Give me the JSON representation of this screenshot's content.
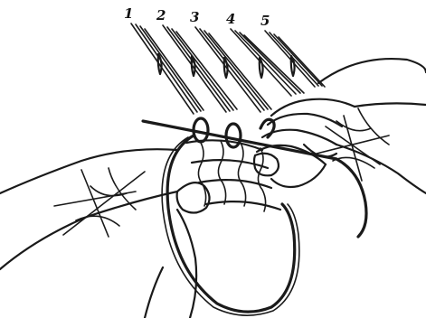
{
  "diagram": {
    "needle_labels": [
      "1",
      "2",
      "3",
      "4",
      "5"
    ],
    "colors": {
      "ink": "#1a1a1a",
      "background": "#ffffff"
    }
  }
}
